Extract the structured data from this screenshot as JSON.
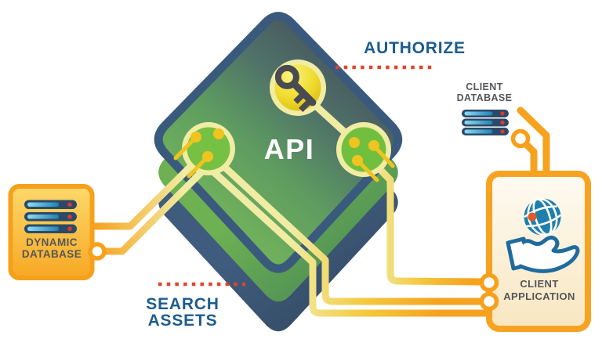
{
  "labels": {
    "api": "API",
    "authorize": "AUTHORIZE",
    "search_assets_line1": "SEARCH",
    "search_assets_line2": "ASSETS",
    "dynamic_database_line1": "DYNAMIC",
    "dynamic_database_line2": "DATABASE",
    "client_database_line1": "CLIENT",
    "client_database_line2": "DATABASE",
    "client_application_line1": "CLIENT",
    "client_application_line2": "APPLICATION"
  },
  "colors": {
    "accent_orange": "#F6A21E",
    "pale_circuit_yellow": "#F1ECA4",
    "circuit_dot_yellow": "#EFC41F",
    "node_green": "#74C044",
    "diamond_border_navy": "#3A5A7D",
    "diamond_face_green": "#7BBD59",
    "diamond_face_slate": "#454F5C",
    "blue_label": "#1D5C8E",
    "gray_label": "#55565A",
    "dotted_line_red": "#E2442B",
    "database_bar_navy": "#2B4A68",
    "database_bar_cyan": "#3FB6E2",
    "globe_blue": "#1E7FAC",
    "key_gray": "#4A4A52",
    "key_circle_yellow": "#EFD41E"
  },
  "icons": {
    "key": "key-icon",
    "circuit_node": "circuit-node-icon",
    "database": "database-icon",
    "globe": "globe-icon",
    "hand": "hand-icon",
    "connector_ring": "connector-node-icon"
  }
}
